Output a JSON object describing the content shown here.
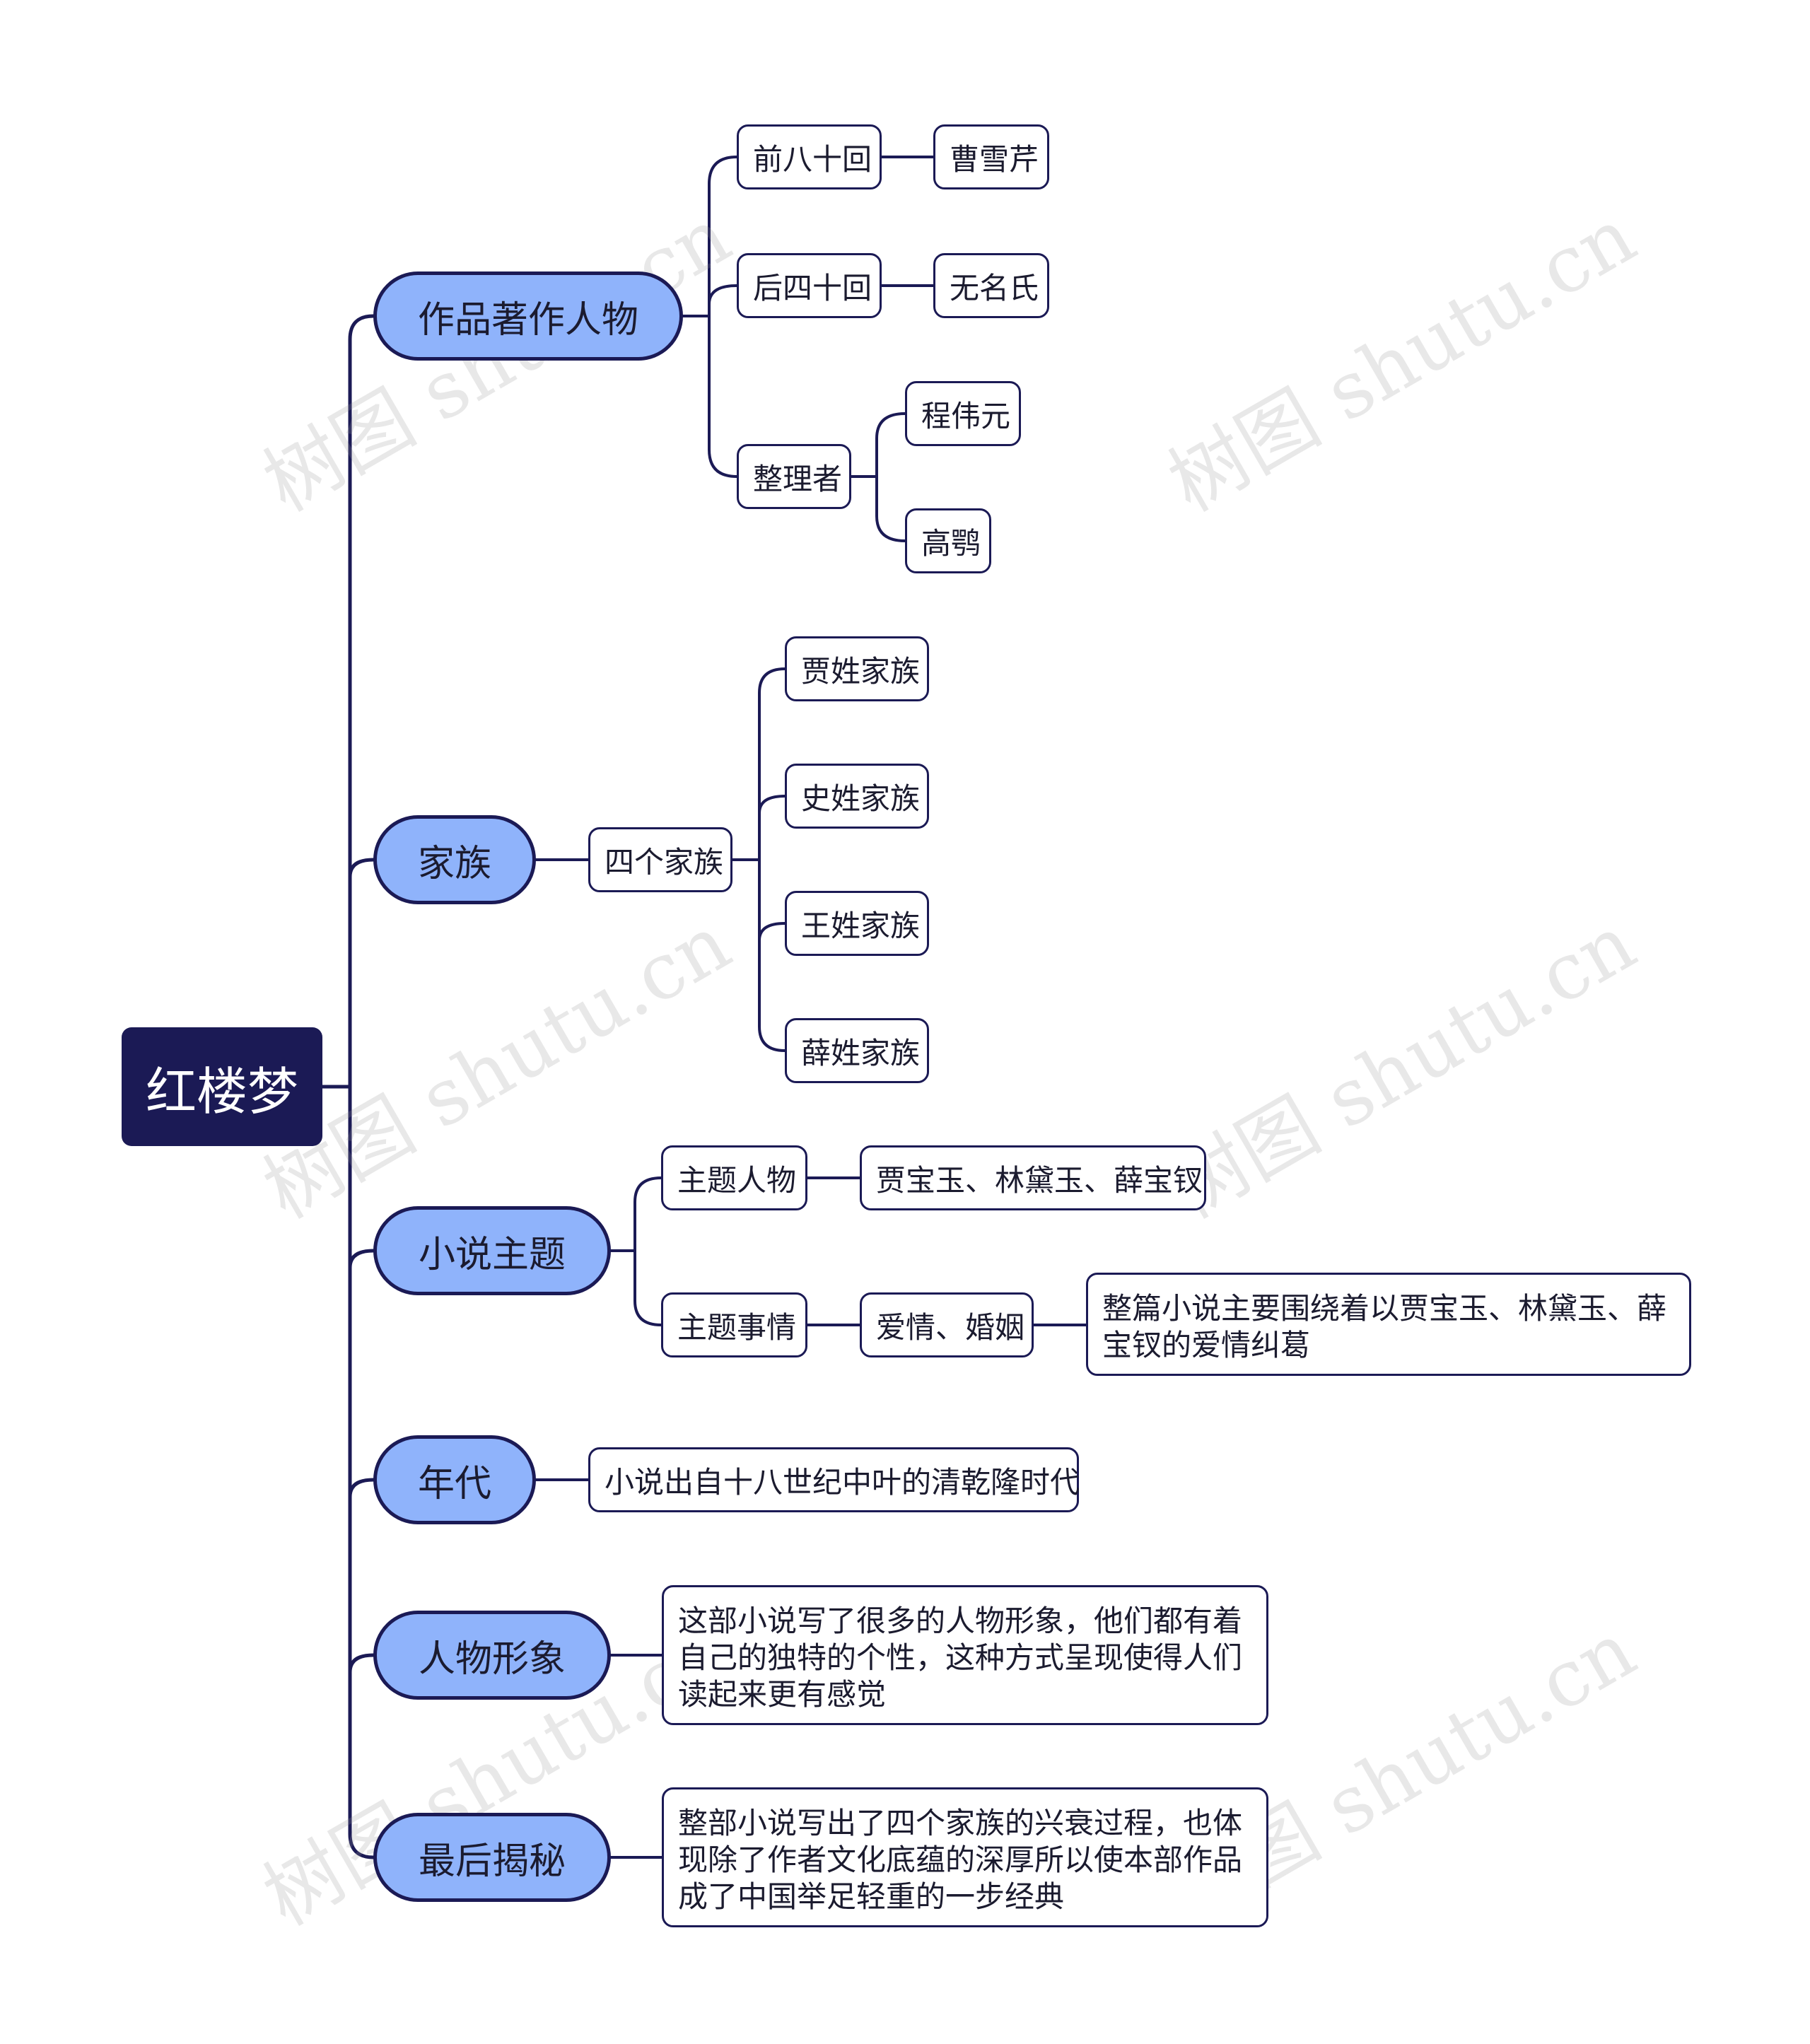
{
  "root": "红楼梦",
  "branches": {
    "authors": {
      "label": "作品著作人物",
      "first80": "前八十回",
      "first80_author": "曹雪芹",
      "last40": "后四十回",
      "last40_author": "无名氏",
      "editors": "整理者",
      "editor1": "程伟元",
      "editor2": "高鹗"
    },
    "family": {
      "label": "家族",
      "four": "四个家族",
      "jia": "贾姓家族",
      "shi": "史姓家族",
      "wang": "王姓家族",
      "xue": "薛姓家族"
    },
    "theme": {
      "label": "小说主题",
      "people": "主题人物",
      "people_value": "贾宝玉、林黛玉、薛宝钗",
      "matter": "主题事情",
      "matter_value": "爱情、婚姻",
      "matter_desc": "整篇小说主要围绕着以贾宝玉、林黛玉、薛宝钗的爱情纠葛"
    },
    "era": {
      "label": "年代",
      "desc": "小说出自十八世纪中叶的清乾隆时代"
    },
    "characters": {
      "label": "人物形象",
      "desc": "这部小说写了很多的人物形象，他们都有着自己的独特的个性，这种方式呈现使得人们读起来更有感觉"
    },
    "reveal": {
      "label": "最后揭秘",
      "desc": "整部小说写出了四个家族的兴衰过程，也体现除了作者文化底蕴的深厚所以使本部作品成了中国举足轻重的一步经典"
    }
  },
  "watermark": "树图 shutu.cn",
  "colors": {
    "root_bg": "#1b1a55",
    "branch_bg": "#8fb3fb",
    "line": "#1b1a55"
  }
}
